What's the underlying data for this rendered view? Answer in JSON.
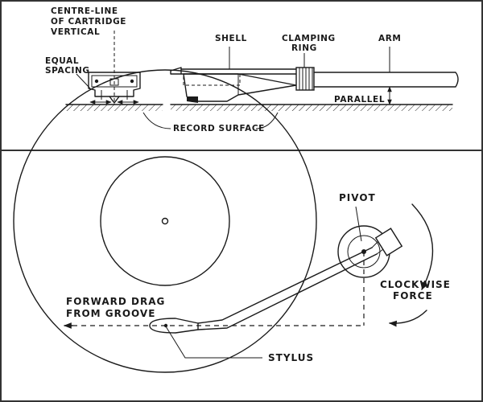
{
  "top_panel": {
    "labels": {
      "centre_line_1": "CENTRE-LINE",
      "centre_line_2": "OF CARTRIDGE",
      "centre_line_3": "VERTICAL",
      "equal_spacing_1": "EQUAL",
      "equal_spacing_2": "SPACING",
      "shell": "SHELL",
      "clamping_ring_1": "CLAMPING",
      "clamping_ring_2": "RING",
      "arm": "ARM",
      "parallel": "PARALLEL",
      "record_surface": "RECORD  SURFACE"
    }
  },
  "bottom_panel": {
    "labels": {
      "pivot": "PIVOT",
      "clockwise_force_1": "CLOCKWISE",
      "clockwise_force_2": "FORCE",
      "forward_drag_1": "FORWARD  DRAG",
      "forward_drag_2": "FROM  GROOVE",
      "stylus": "STYLUS"
    }
  },
  "colors": {
    "ink": "#1a1a1a",
    "background": "#ffffff",
    "frame": "#333333"
  }
}
